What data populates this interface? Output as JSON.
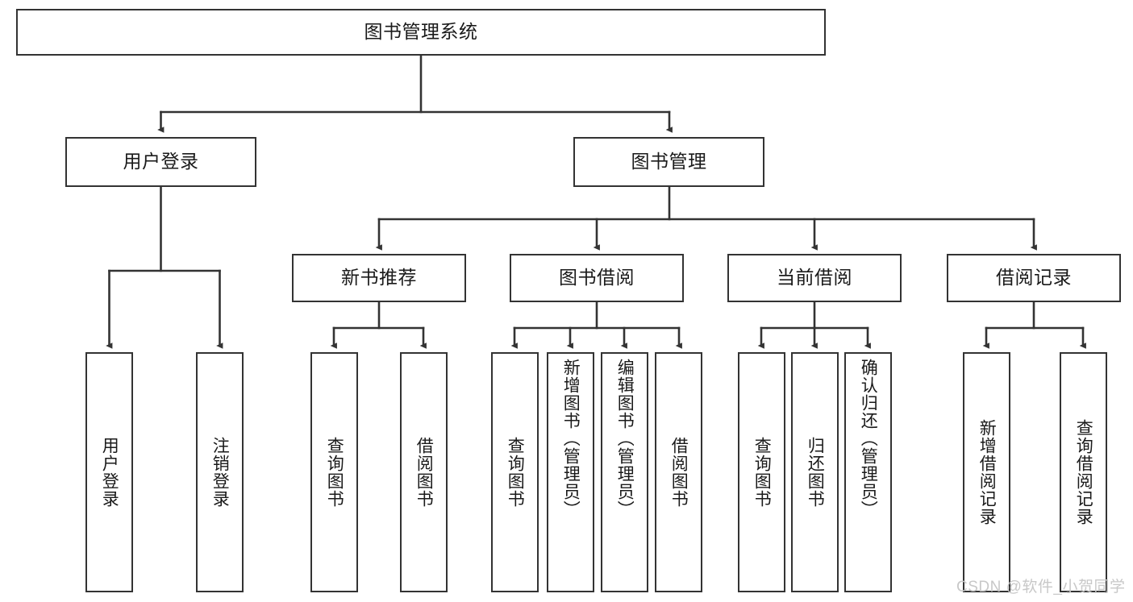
{
  "diagram": {
    "type": "tree-hierarchy",
    "title": "图书管理系统",
    "orientation": "top-down",
    "colors": {
      "box_border": "#333333",
      "box_fill": "#ffffff",
      "connector": "#333333",
      "text": "#1a1a1a",
      "watermark": "#c8c8c8",
      "background": "#ffffff"
    },
    "root": {
      "label": "图书管理系统"
    },
    "level1": [
      {
        "id": "user-login",
        "label": "用户登录"
      },
      {
        "id": "book-management",
        "label": "图书管理"
      }
    ],
    "level2": [
      {
        "id": "new-book-recommend",
        "label": "新书推荐"
      },
      {
        "id": "book-borrow",
        "label": "图书借阅"
      },
      {
        "id": "current-borrow",
        "label": "当前借阅"
      },
      {
        "id": "borrow-record",
        "label": "借阅记录"
      }
    ],
    "leaves": {
      "user_login": [
        {
          "id": "leaf-user-login",
          "label": "用户登录"
        },
        {
          "id": "leaf-logout-login",
          "label": "注销登录"
        }
      ],
      "new_book_recommend": [
        {
          "id": "leaf-query-book-1",
          "label": "查询图书"
        },
        {
          "id": "leaf-borrow-book-1",
          "label": "借阅图书"
        }
      ],
      "book_borrow": [
        {
          "id": "leaf-query-book-2",
          "label": "查询图书"
        },
        {
          "id": "leaf-add-book",
          "label": "新增图书（管理员）"
        },
        {
          "id": "leaf-edit-book",
          "label": "编辑图书（管理员）"
        },
        {
          "id": "leaf-borrow-book-2",
          "label": "借阅图书"
        }
      ],
      "current_borrow": [
        {
          "id": "leaf-query-book-3",
          "label": "查询图书"
        },
        {
          "id": "leaf-return-book",
          "label": "归还图书"
        },
        {
          "id": "leaf-confirm-return",
          "label": "确认归还（管理员）"
        }
      ],
      "borrow_record": [
        {
          "id": "leaf-add-borrow-record",
          "label": "新增借阅记录"
        },
        {
          "id": "leaf-query-borrow-record",
          "label": "查询借阅记录"
        }
      ]
    }
  },
  "watermark": {
    "text": "CSDN @软件_小贺同学"
  }
}
